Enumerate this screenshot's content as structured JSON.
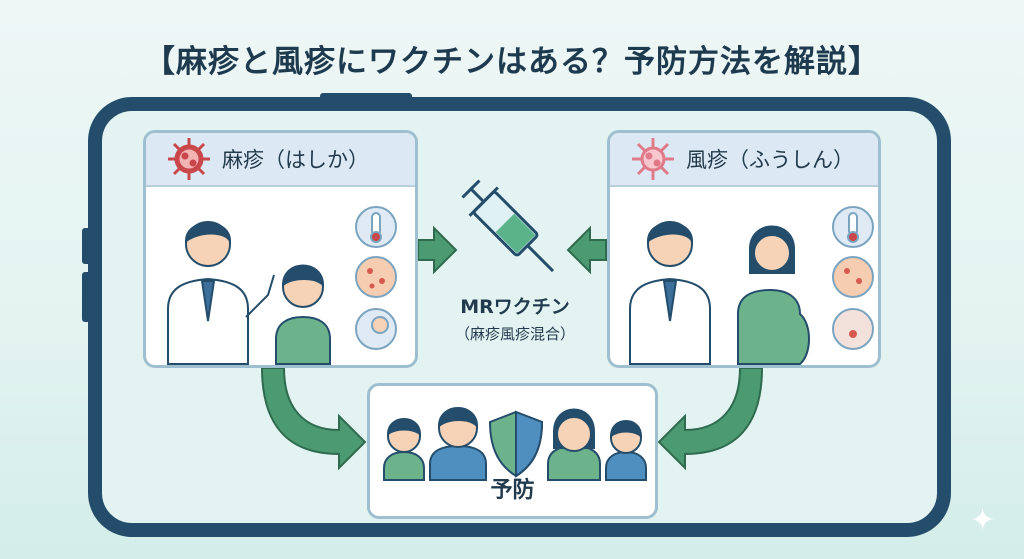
{
  "title": "【麻疹と風疹にワクチンはある？予防方法を解説】",
  "measles_card": {
    "label": "麻疹（はしか）",
    "icons": [
      "thermometer-icon",
      "rash-icon",
      "cough-icon"
    ]
  },
  "rubella_card": {
    "label": "風疹（ふうしん）",
    "icons": [
      "thermometer-icon",
      "rash-icon",
      "swollen-neck-icon"
    ]
  },
  "vaccine": {
    "name": "MRワクチン",
    "detail": "（麻疹風疹混合）"
  },
  "prevention": {
    "label": "予防"
  },
  "colors": {
    "frame": "#244d6b",
    "arrow": "#4c9a72",
    "virus_measles": "#c9464a",
    "virus_rubella": "#e07a88"
  }
}
